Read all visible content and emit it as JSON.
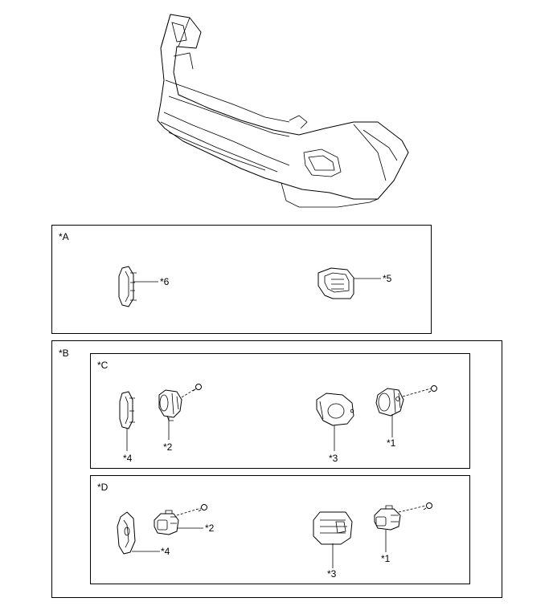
{
  "boxes": {
    "a": "*A",
    "b": "*B",
    "c": "*C",
    "d": "*D"
  },
  "callouts": {
    "a_side_plate": "*6",
    "a_bezel": "*5",
    "c_side_plate": "*4",
    "c_lamp_small": "*2",
    "c_bezel": "*3",
    "c_lamp": "*1",
    "d_side_plate": "*4",
    "d_lamp_small": "*2",
    "d_bezel": "*3",
    "d_lamp": "*1"
  }
}
